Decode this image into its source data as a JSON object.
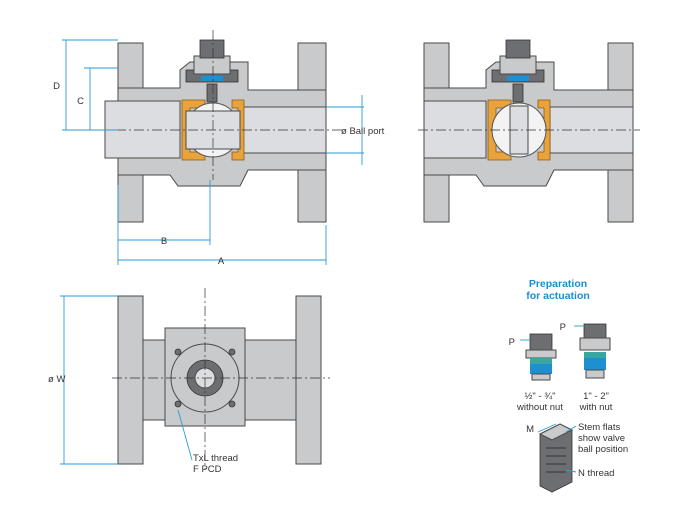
{
  "labels": {
    "dim_a": "A",
    "dim_b": "B",
    "dim_c": "C",
    "dim_d": "D",
    "ball_port": "ø Ball port",
    "dim_w": "ø W",
    "thread_line1": "TxL thread",
    "thread_line2": "F PCD",
    "prep_title_line1": "Preparation",
    "prep_title_line2": "for actuation",
    "dim_p_left": "P",
    "dim_p_right": "P",
    "size_small_line1": "½\" - ¾\"",
    "size_small_line2": "without nut",
    "size_large_line1": "1\" - 2\"",
    "size_large_line2": "with nut",
    "dim_m": "M",
    "stem_flats_line1": "Stem flats",
    "stem_flats_line2": "show valve",
    "stem_flats_line3": "ball position",
    "n_thread": "N thread"
  },
  "colors": {
    "body": "#c9cacc",
    "seat": "#e8a33d",
    "dimension": "#2a9bd8",
    "title": "#1a8fd0",
    "stem_band_blue": "#1e8fcf",
    "stem_band_teal": "#39a6a0"
  }
}
